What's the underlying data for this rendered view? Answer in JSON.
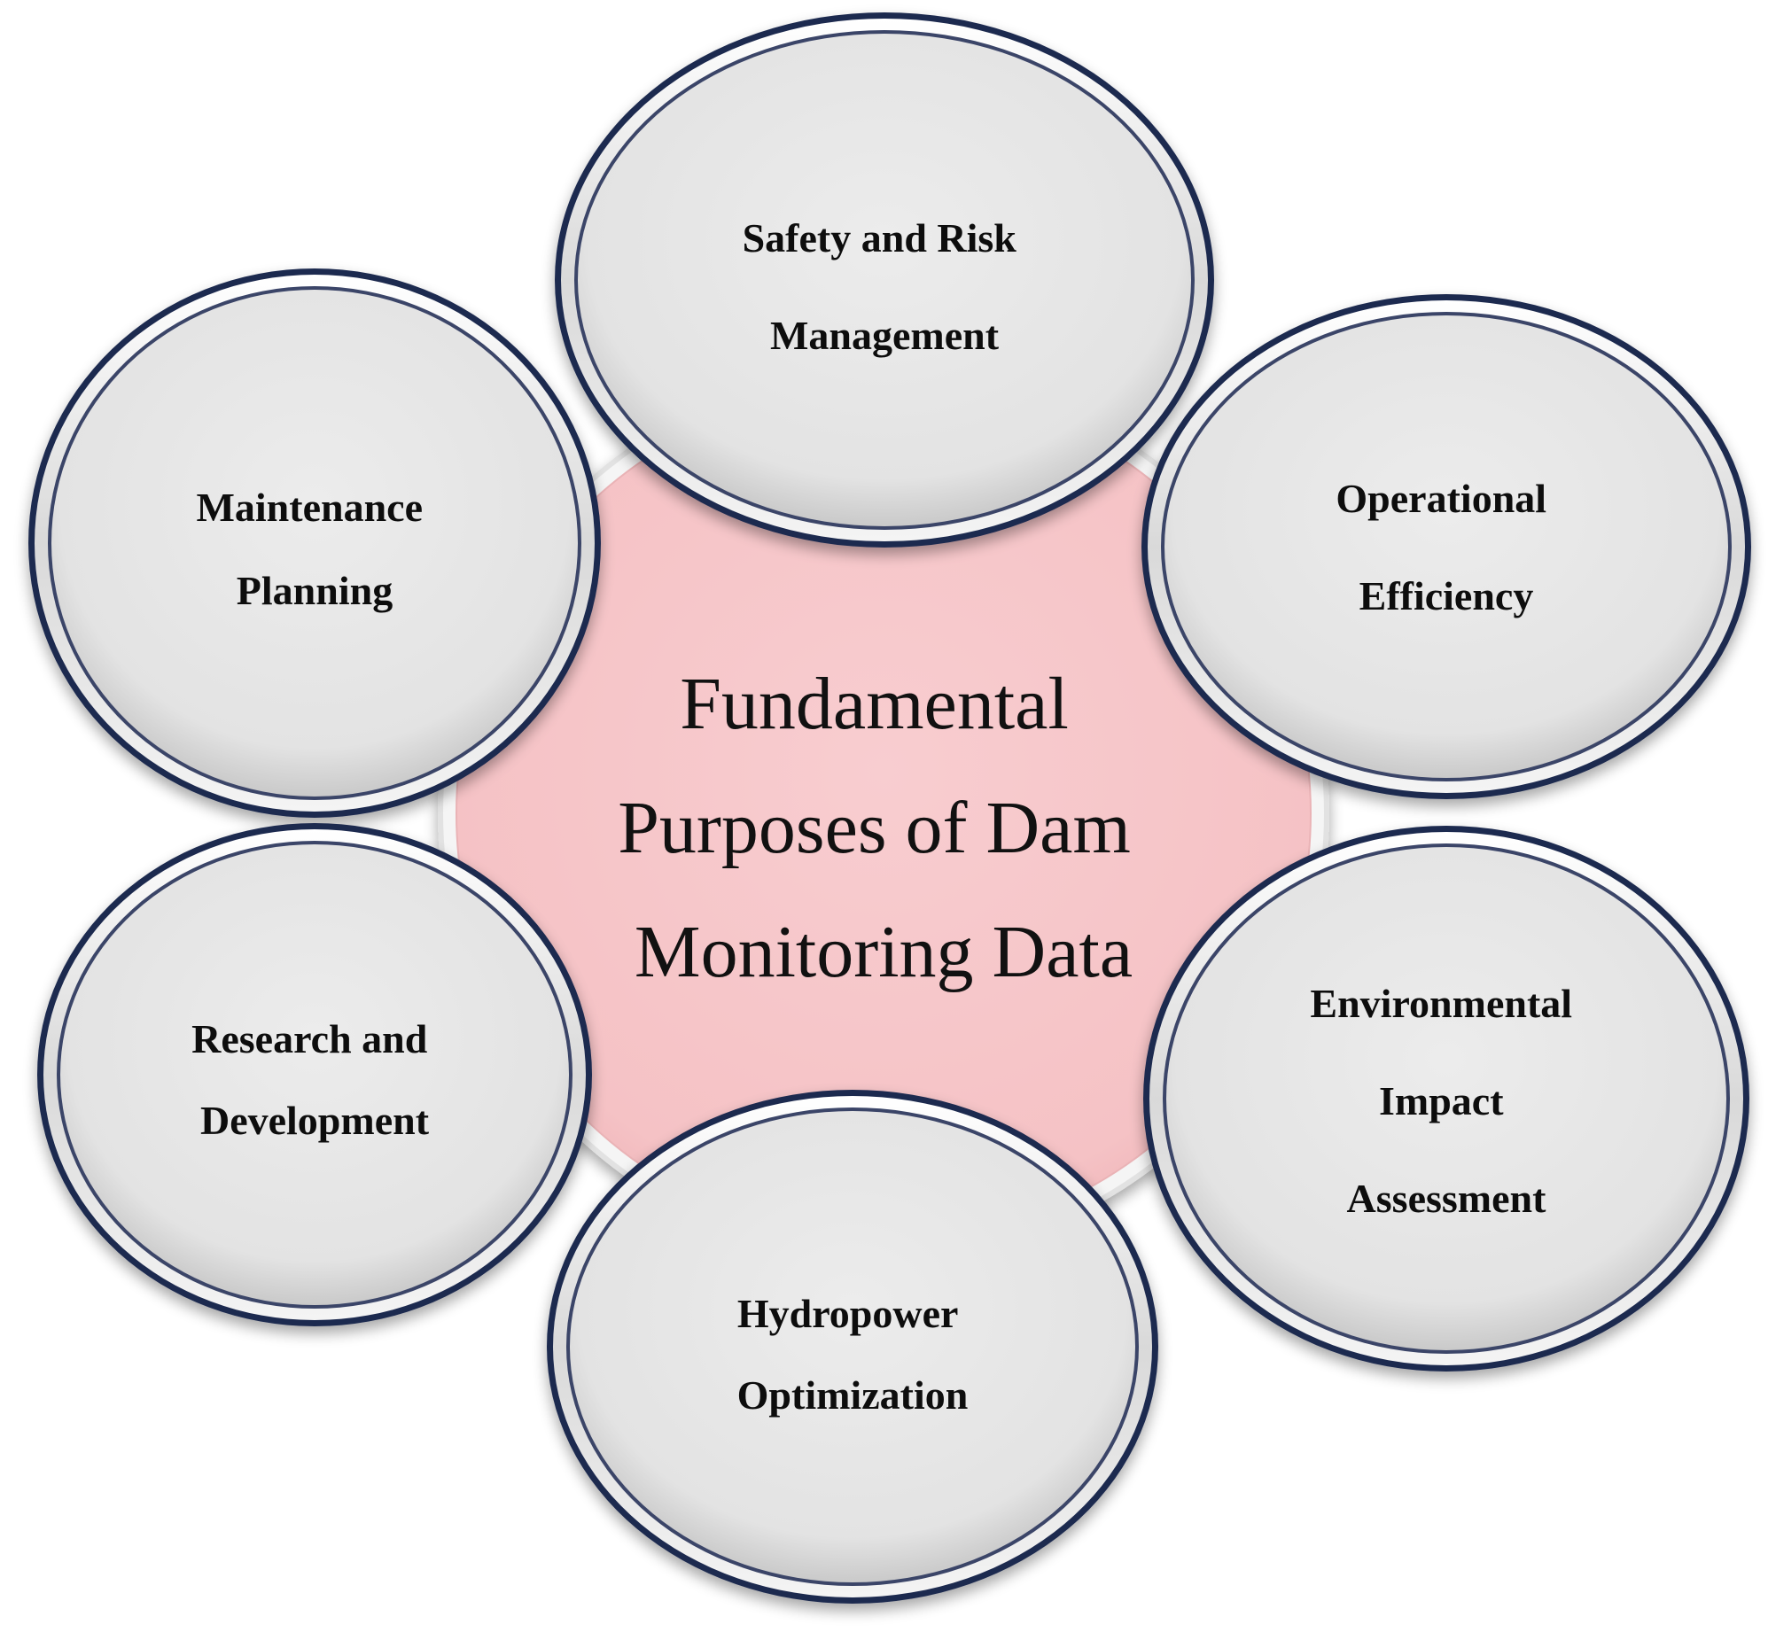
{
  "diagram": {
    "center": {
      "lines": [
        "Fundamental",
        "Purposes of Dam",
        "Monitoring Data"
      ]
    },
    "petals": [
      {
        "id": "safety-risk",
        "lines": [
          "Safety and Risk",
          "Management"
        ]
      },
      {
        "id": "operational-efficiency",
        "lines": [
          "Operational",
          "Efficiency"
        ]
      },
      {
        "id": "environmental-impact",
        "lines": [
          "Environmental",
          "Impact",
          "Assessment"
        ]
      },
      {
        "id": "hydropower-optimization",
        "lines": [
          "Hydropower",
          "Optimization"
        ]
      },
      {
        "id": "research-development",
        "lines": [
          "Research and",
          "Development"
        ]
      },
      {
        "id": "maintenance-planning",
        "lines": [
          "Maintenance",
          "Planning"
        ]
      }
    ],
    "colors": {
      "center_fill": "#f6c3c6",
      "center_ring": "#f3f3f3",
      "petal_fill": "#e6e6e6",
      "petal_border": "#1f2a4f",
      "text": "#111111"
    }
  }
}
